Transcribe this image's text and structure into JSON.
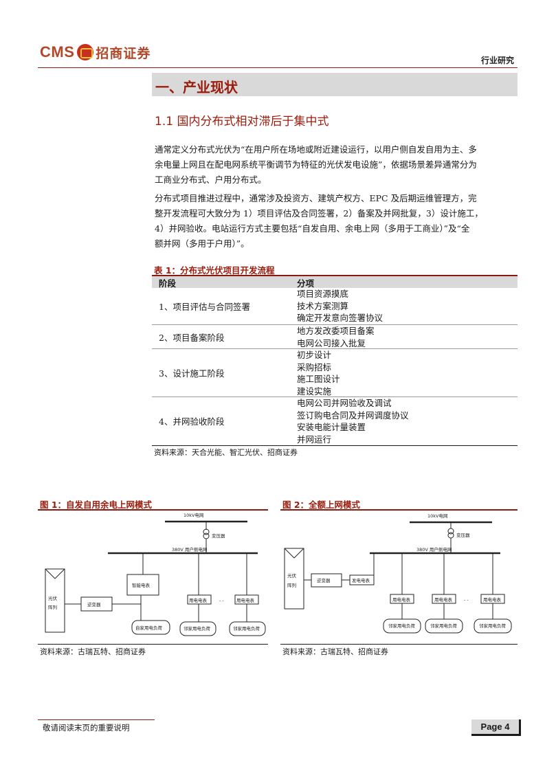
{
  "header": {
    "logo_text": "CMS",
    "logo_cn": "招商证券",
    "report_type": "行业研究"
  },
  "section": {
    "title": "一、产业现状",
    "subtitle": "1.1  国内分布式相对滞后于集中式"
  },
  "paragraphs": [
    {
      "lines": [
        "通常定义分布式光伏为“在用户所在场地或附近建设运行，以用户侧自发自用为主、多",
        "余电量上网且在配电网系统平衡调节为特征的光伏发电设施”，依据场景差异通常分为",
        "工商业分布式、户用分布式。"
      ]
    },
    {
      "lines": [
        "分布式项目推进过程中，通常涉及投资方、建筑产权方、EPC 及后期运维管理方，完",
        "整开发流程可大致分为 1）项目评估及合同签署，2）备案及并网批复，3）设计施工，",
        "4）并网验收。电站运行方式主要包括“自发自用、余电上网（多用于工商业）”及“全",
        "额并网（多用于户用）”。"
      ]
    }
  ],
  "table": {
    "caption": "表 1：分布式光伏项目开发流程",
    "headers": [
      "阶段",
      "分项"
    ],
    "rows": [
      {
        "stage": "1、项目评估与合同签署",
        "items": [
          "项目资源摸底",
          "技术方案测算",
          "确定开发意向签署协议"
        ]
      },
      {
        "stage": "2、项目备案阶段",
        "items": [
          "地方发改委项目备案",
          "电网公司接入批复"
        ]
      },
      {
        "stage": "3、设计施工阶段",
        "items": [
          "初步设计",
          "采购招标",
          "施工图设计",
          "建设实施"
        ]
      },
      {
        "stage": "4、并网验收阶段",
        "items": [
          "电网公司并网验收及调试",
          "签订购电合同及并网调度协议",
          "安装电能计量装置",
          "并网运行"
        ]
      }
    ],
    "source": "资料来源：天合光能、智汇光伏、招商证券"
  },
  "figure1": {
    "caption": "图 1：自发自用余电上网模式",
    "grid_label": "10kV电网",
    "transformer": "变压器",
    "bus_label": "380V 用户侧电网",
    "pv_label": [
      "光伏",
      "阵列"
    ],
    "inverter": "逆变器",
    "smart_meter": "智能电表",
    "own_load": "自家用电负荷",
    "meter": "用电电表",
    "neighbor_load": "邻家用电负荷",
    "ellipsis": "- -",
    "source": "资料来源：古瑞瓦特、招商证券"
  },
  "figure2": {
    "caption": "图 2：全额上网模式",
    "grid_label": "10kV电网",
    "transformer": "变压器",
    "bus_label": "380V 用户侧电网",
    "pv_label": [
      "光伏",
      "阵列"
    ],
    "inverter": "逆变器",
    "gen_meter": "发电电表",
    "meter": "用电电表",
    "neighbor_load": "邻家用电负荷",
    "ellipsis": "- -",
    "source": "资料来源：古瑞瓦特、招商证券"
  },
  "footer": {
    "note": "敬请阅读末页的重要说明",
    "page": "Page 4"
  }
}
